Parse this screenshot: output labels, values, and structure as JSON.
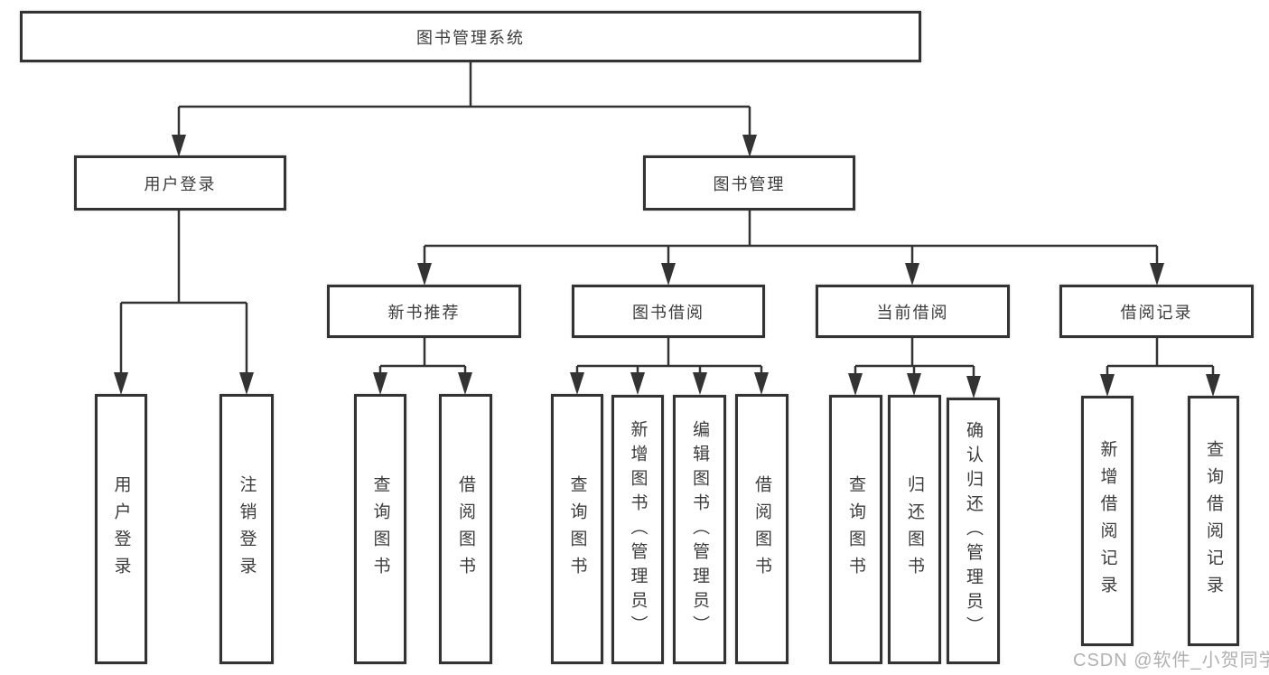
{
  "diagram": {
    "root": {
      "label": "图书管理系统",
      "children": [
        {
          "label": "用户登录",
          "children": [
            {
              "label": "用户登录"
            },
            {
              "label": "注销登录"
            }
          ]
        },
        {
          "label": "图书管理",
          "children": [
            {
              "label": "新书推荐",
              "children": [
                {
                  "label": "查询图书"
                },
                {
                  "label": "借阅图书"
                }
              ]
            },
            {
              "label": "图书借阅",
              "children": [
                {
                  "label": "查询图书"
                },
                {
                  "label": "新增图书（管理员）"
                },
                {
                  "label": "编辑图书（管理员）"
                },
                {
                  "label": "借阅图书"
                }
              ]
            },
            {
              "label": "当前借阅",
              "children": [
                {
                  "label": "查询图书"
                },
                {
                  "label": "归还图书"
                },
                {
                  "label": "确认归还（管理员）"
                }
              ]
            },
            {
              "label": "借阅记录",
              "children": [
                {
                  "label": "新增借阅记录"
                },
                {
                  "label": "查询借阅记录"
                }
              ]
            }
          ]
        }
      ]
    }
  },
  "colors": {
    "node_border": "#333333",
    "node_fill": "#ffffff",
    "connector": "#333333",
    "text": "#3c3c3c",
    "watermark": "#a8a8a8"
  },
  "watermark": "CSDN @软件_小贺同学"
}
